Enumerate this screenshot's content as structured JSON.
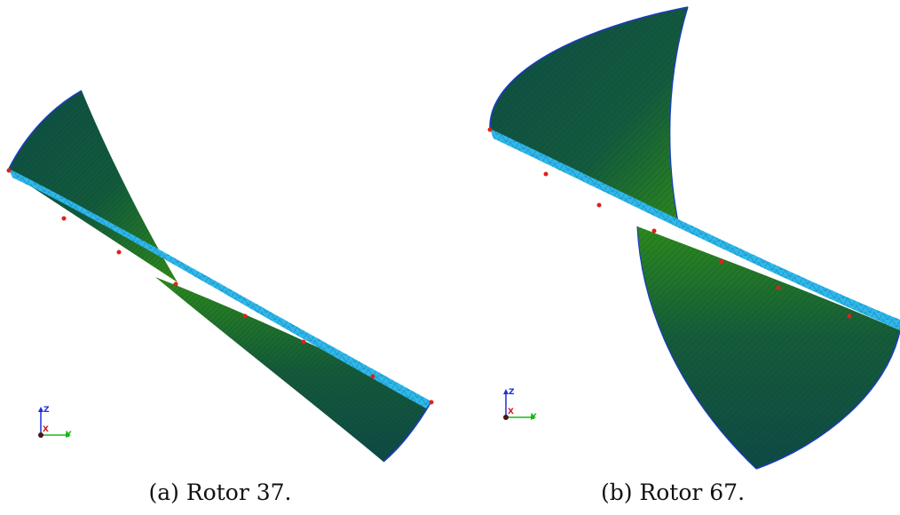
{
  "panels": [
    {
      "id": "a",
      "caption": "(a) Rotor 37.",
      "triad": {
        "z_label": "Z",
        "x_label": "X",
        "y_label": "Y"
      }
    },
    {
      "id": "b",
      "caption": "(b) Rotor 67.",
      "triad": {
        "z_label": "Z",
        "x_label": "X",
        "y_label": "Y"
      }
    }
  ],
  "colors": {
    "blade_dark": "#0d4a3e",
    "blade_mid": "#1d6a3a",
    "blade_green": "#2b8a1c",
    "section_cyan": "#2fb8ea",
    "edge_blue": "#1b3cc8",
    "marker_red": "#e0201a",
    "axis_z": "#1e2fd6",
    "axis_x": "#d81a1a",
    "axis_y": "#18b818"
  }
}
